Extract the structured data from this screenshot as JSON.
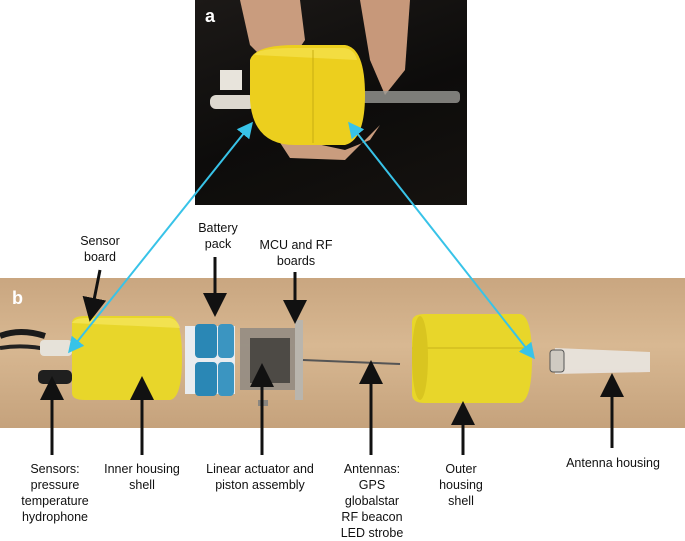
{
  "panel_a": {
    "letter": "a"
  },
  "panel_b": {
    "letter": "b"
  },
  "labels": {
    "sensor_board": "Sensor\nboard",
    "battery_pack": "Battery\npack",
    "mcu_rf_boards": "MCU and RF\nboards",
    "sensors": "Sensors:\npressure\ntemperature\nhydrophone",
    "inner_housing_shell": "Inner housing\nshell",
    "linear_actuator": "Linear actuator and\npiston assembly",
    "antennas": "Antennas:\nGPS\nglobalstar\nRF beacon\nLED strobe",
    "outer_housing_shell": "Outer\nhousing\nshell",
    "antenna_housing": "Antenna housing"
  },
  "colors": {
    "housing_yellow": "#e8d62a",
    "pointer_cyan": "#38c3e8",
    "arrow_black": "#111111",
    "table_tan": "#d2b08a"
  }
}
